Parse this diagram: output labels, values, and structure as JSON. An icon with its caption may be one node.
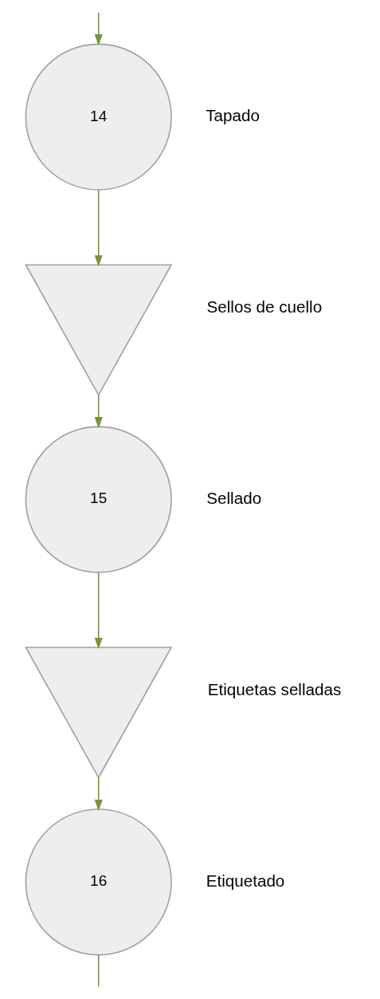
{
  "diagram": {
    "nodes": [
      {
        "text": [
          "14"
        ],
        "beside": [
          "Tapado"
        ]
      },
      {
        "text": [],
        "shape": "triangle",
        "beside": [
          "Sellos de cuello"
        ]
      },
      {
        "text": [
          "15"
        ],
        "beside": [
          "Sellado"
        ]
      },
      {
        "text": [],
        "shape": "triangle",
        "beside": [
          "Etiquetas selladas"
        ]
      },
      {
        "text": [
          "16"
        ],
        "beside": [
          "Etiquetado"
        ]
      }
    ],
    "edges": [
      {
        "from": null,
        "to": 0,
        "arrow": "to"
      },
      {
        "from": 0,
        "to": 1,
        "arrow": "to"
      },
      {
        "from": 1,
        "to": 2,
        "arrow": "to"
      },
      {
        "from": 2,
        "to": 3,
        "arrow": "to"
      },
      {
        "from": 3,
        "to": 4,
        "arrow": "to"
      },
      {
        "from": 4,
        "to": null,
        "arrow": "none"
      }
    ]
  }
}
